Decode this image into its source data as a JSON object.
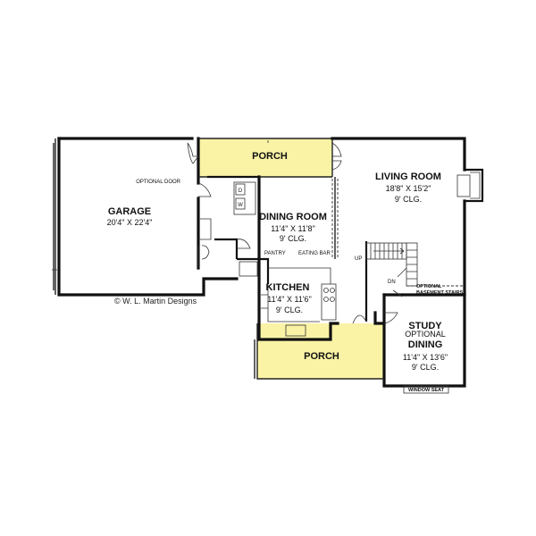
{
  "colors": {
    "porch_fill": "#faf3a5",
    "wall": "#111111",
    "background": "#ffffff"
  },
  "rooms": {
    "garage": {
      "name": "GARAGE",
      "size": "20'4\" X 22'4\""
    },
    "porch_top": {
      "name": "PORCH"
    },
    "porch_bottom": {
      "name": "PORCH"
    },
    "living": {
      "name": "LIVING ROOM",
      "size": "18'8\" X 15'2\"",
      "ceiling": "9' CLG."
    },
    "dining": {
      "name": "DINING ROOM",
      "size": "11'4\" X 11'8\"",
      "ceiling": "9' CLG."
    },
    "kitchen": {
      "name": "KITCHEN",
      "size": "11'4\" X 11'6\"",
      "ceiling": "9' CLG."
    },
    "study": {
      "name": "STUDY",
      "alt_1": "OPTIONAL",
      "alt_2": "DINING",
      "size": "11'4\" X 13'6\"",
      "ceiling": "9' CLG."
    }
  },
  "notes": {
    "optional_door": "OPTIONAL DOOR",
    "pantry": "PANTRY",
    "eating_bar": "EATING BAR",
    "up": "UP",
    "dn": "DN",
    "basement_1": "OPTIONAL",
    "basement_2": "BASEMENT STAIRS",
    "window_seat": "WINDOW SEAT",
    "d": "D",
    "w": "W"
  },
  "copyright": "© W. L. Martin Designs"
}
